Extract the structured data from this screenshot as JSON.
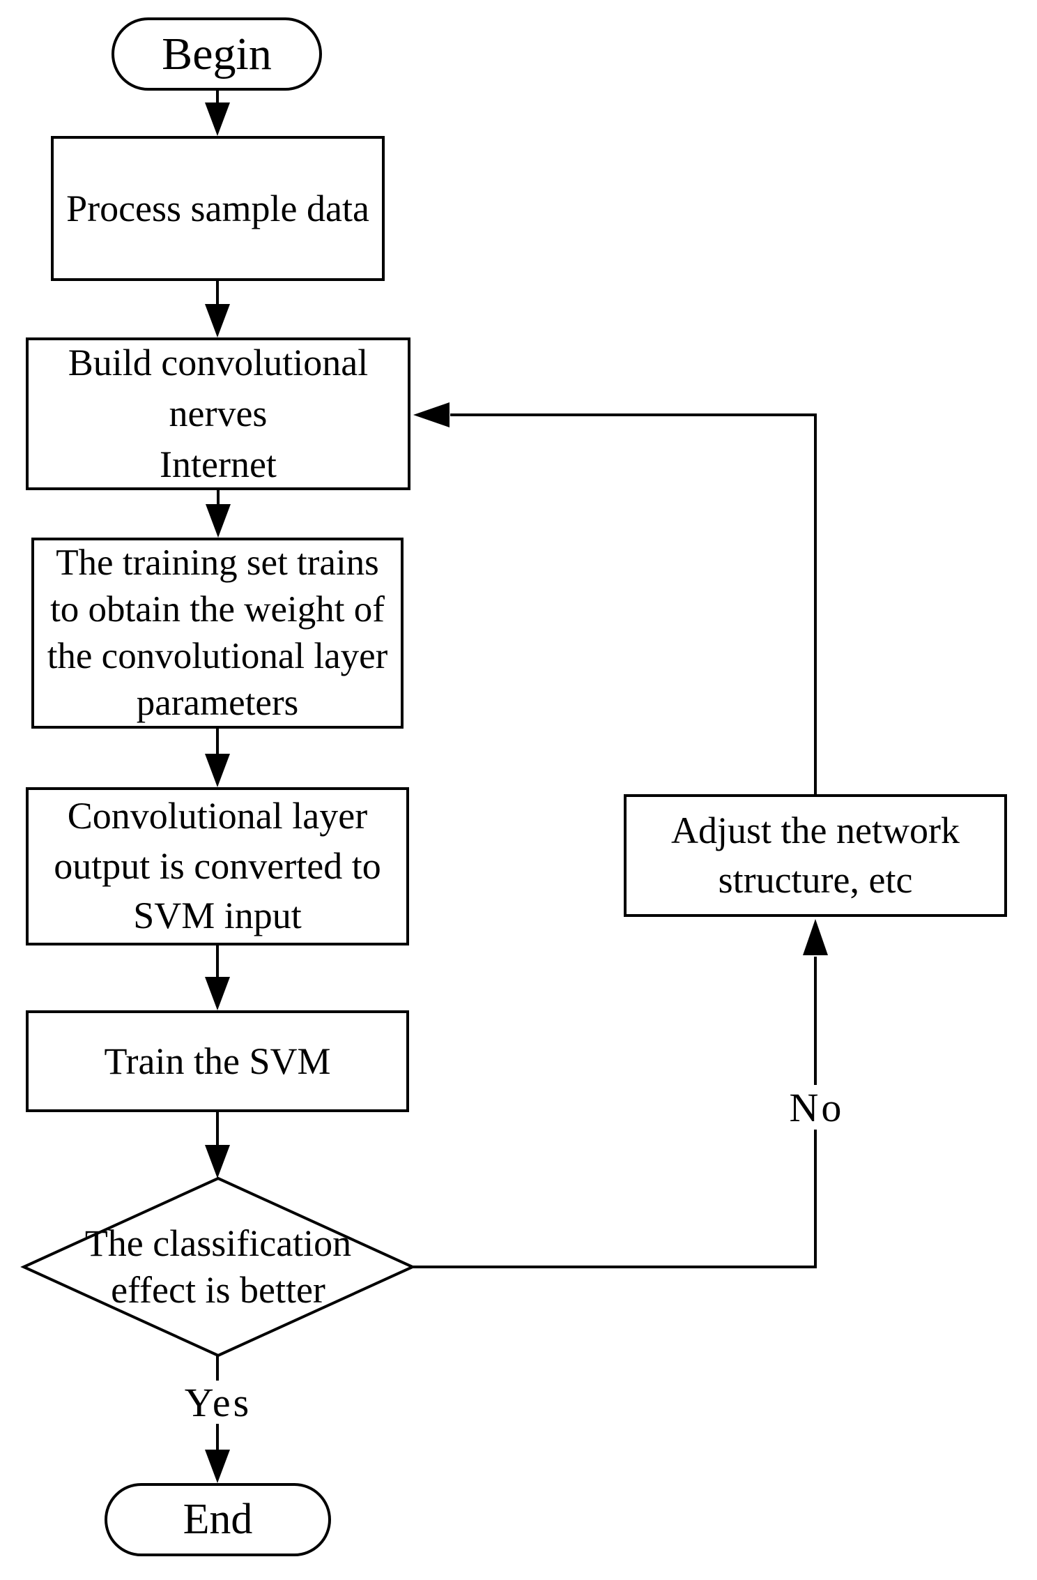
{
  "flowchart": {
    "colors": {
      "stroke": "#000000",
      "background": "#ffffff"
    },
    "nodes": {
      "begin": {
        "type": "terminator",
        "label": "Begin"
      },
      "process_sample": {
        "type": "process",
        "label": "Process sample data"
      },
      "build_network": {
        "type": "process",
        "label": "Build convolutional\nnerves\nInternet"
      },
      "train_weights": {
        "type": "process",
        "label": "The training set trains\nto obtain the weight of\nthe convolutional layer\nparameters"
      },
      "convert_output": {
        "type": "process",
        "label": "Convolutional layer\noutput is converted to\nSVM input"
      },
      "train_svm": {
        "type": "process",
        "label": "Train the SVM"
      },
      "decision": {
        "type": "decision",
        "label": "The classification\neffect is better"
      },
      "adjust_network": {
        "type": "process",
        "label": "Adjust the network\nstructure, etc"
      },
      "end": {
        "type": "terminator",
        "label": "End"
      }
    },
    "edge_labels": {
      "yes": "Yes",
      "no": "No"
    }
  }
}
